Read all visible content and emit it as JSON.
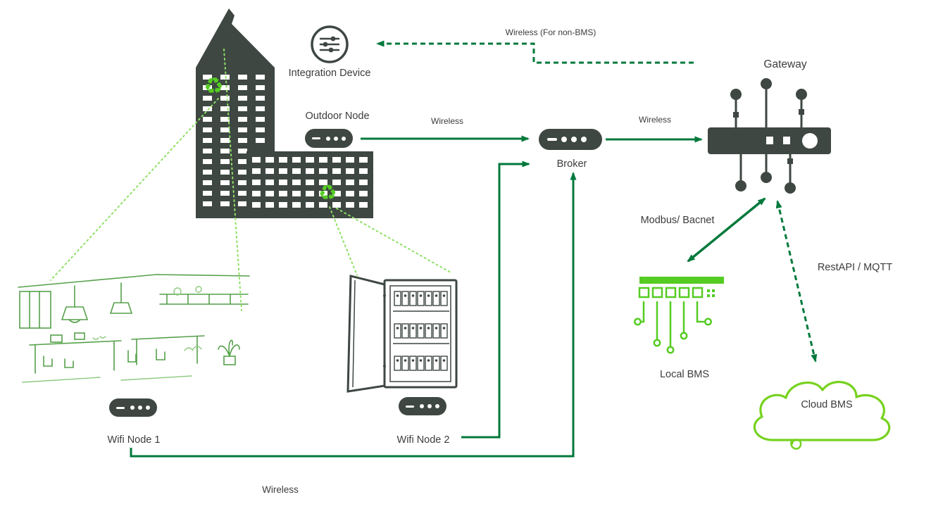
{
  "nodes": {
    "integration_device": "Integration Device",
    "outdoor_node": "Outdoor Node",
    "broker": "Broker",
    "gateway": "Gateway",
    "wifi_node_1": "Wifi Node 1",
    "wifi_node_2": "Wifi Node 2",
    "local_bms": "Local BMS",
    "cloud_bms": "Cloud BMS"
  },
  "links": {
    "wireless_non_bms": "Wireless (For non-BMS)",
    "outdoor_to_broker": "Wireless",
    "broker_to_gateway": "Wireless",
    "modbus_bacnet": "Modbus/ Bacnet",
    "restapi_mqtt": "RestAPI / MQTT",
    "wifi_nodes_to_broker": "Wireless"
  },
  "colors": {
    "device_dark": "#3E4742",
    "arrow_green": "#00793B",
    "dotted_light_green": "#8FE065",
    "bms_green": "#55CC22",
    "cloud_green": "#76D21E",
    "label_text": "#3C3C3C"
  }
}
